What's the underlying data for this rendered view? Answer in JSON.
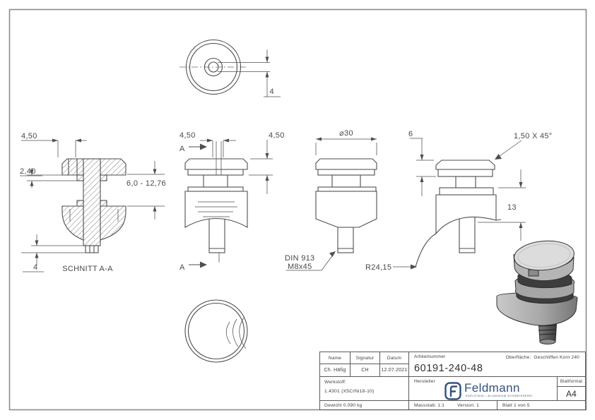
{
  "colors": {
    "line": "#4e4e4e",
    "dim_text": "#4a4a4a",
    "logo_blue": "#33517e"
  },
  "views": {
    "top": {
      "dim_hub_height": "4"
    },
    "section": {
      "dim_offset": "4,50",
      "dim_gasket": "2,40",
      "dim_glass_range": "6,0 - 12,76",
      "dim_stud_height": "4",
      "label": "SCHNITT A-A"
    },
    "front_cut": {
      "dim_offset": "4,50",
      "dim_cap_height": "4,50",
      "cut_label_top": "A",
      "cut_label_bottom": "A"
    },
    "front": {
      "dim_diameter": "⌀30",
      "thread_note_line1": "DIN 913",
      "thread_note_line2": "M8x45",
      "dim_radius": "R24,15"
    },
    "side": {
      "dim_cap": "6",
      "dim_chamfer": "1,50 X 45°",
      "dim_body_height": "13"
    }
  },
  "title_block": {
    "name_label": "Name",
    "signature_label": "Signatur",
    "date_label": "Datum",
    "name_value": "Ch. Häfig",
    "signature_value": "CH",
    "date_value": "12.07.2021",
    "article_label": "Artikelnummer",
    "article_number": "60191-240-48",
    "surface_label": "Oberfläche:",
    "surface_value": "Geschliffen Korn 240",
    "material_label": "Werkstoff:",
    "material_value": "1.4301 (X5CrNi18-10)",
    "manufacturer_label": "Hersteller",
    "logo_text": "Feldmann",
    "logo_tagline": "EDELSTAHL / ALUMINIUM SCHWEISSEREI",
    "format_label": "Blattformat",
    "format_value": "A4",
    "weight": "Gewicht 0.090 kg",
    "scale": "Massstab: 1:1",
    "version": "Version: 1",
    "sheet": "Blatt 1 von 5"
  }
}
